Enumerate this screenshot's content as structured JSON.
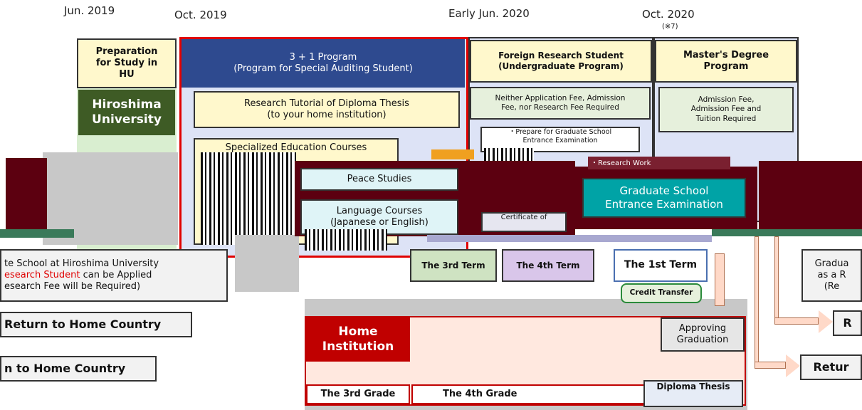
{
  "dates": {
    "jun2019": "Jun. 2019",
    "oct2019": "Oct. 2019",
    "early_jun2020": "Early Jun. 2020",
    "oct2020": "Oct. 2020",
    "note_mark": "(※7)"
  },
  "header_boxes": {
    "prep": "Preparation\nfor Study in\nHU",
    "program": "3 + 1 Program\n(Program for Special Auditing Student)",
    "foreign": "Foreign Research Student\n(Undergraduate Program)",
    "master": "Master's Degree\nProgram"
  },
  "hiroshima": "Hiroshima\nUniversity",
  "research_tutorial": "Research Tutorial of Diploma Thesis\n(to your home institution)",
  "specialized": "Specialized Education Courses",
  "peace": "Peace Studies",
  "language": "Language Courses\n(Japanese or English)",
  "fees_none": "Neither Application Fee, Admission\nFee, nor Research Fee Required",
  "fees_master": "Admission Fee,\nAdmission Fee and\nTuition Required",
  "prepare_exam": "・Prepare for Graduate School\nEntrance Examination",
  "research_work": "・Research Work",
  "entrance_exam": "Graduate School\nEntrance Examination",
  "certificate": "Certificate of",
  "left_note": "te School at Hiroshima University\nesearch Student can be Applied\nesearch Fee will be Required)",
  "left_note_red": "esearch Student",
  "return1": "Return to Home Country",
  "return2": "n to Home Country",
  "terms": {
    "t3": "The 3rd Term",
    "t4": "The 4th Term",
    "t1": "The 1st Term"
  },
  "credit_transfer": "Credit Transfer",
  "right_note": "Gradua\nas a R\n(Re",
  "right_r": "R",
  "right_return": "Retur",
  "home_institution": "Home\nInstitution",
  "approving": "Approving\nGraduation",
  "grade3": "The 3rd Grade",
  "grade4": "The 4th Grade",
  "diploma_thesis": "Diploma Thesis",
  "colors": {
    "navy": "#2e4a8f",
    "dark_green": "#3e5b25",
    "maroon": "#5c0010",
    "teal": "#00a3a6",
    "cream": "#fff8cc",
    "light_blue": "#dde3f6",
    "green_term": "#cfe3c2",
    "purple_term": "#d9c6ea",
    "red": "#c00000",
    "peach": "#ffe8df"
  }
}
